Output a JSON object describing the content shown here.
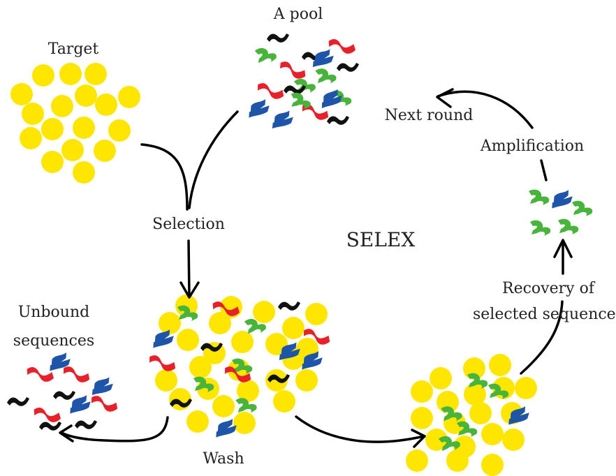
{
  "diagram": {
    "title": "SELEX",
    "labels": {
      "target": "Target",
      "pool": "A pool",
      "selection": "Selection",
      "wash": "Wash",
      "unbound_line1": "Unbound",
      "unbound_line2": "sequences",
      "recovery_line1": "Recovery of",
      "recovery_line2": "selected sequences",
      "amplification": "Amplification",
      "next_round": "Next round"
    },
    "colors": {
      "target": "#ffe600",
      "strand_red": "#e8202a",
      "strand_blue": "#1e55a8",
      "strand_green": "#49b43c",
      "strand_black": "#111111",
      "arrow": "#000000",
      "text": "#222222"
    }
  }
}
